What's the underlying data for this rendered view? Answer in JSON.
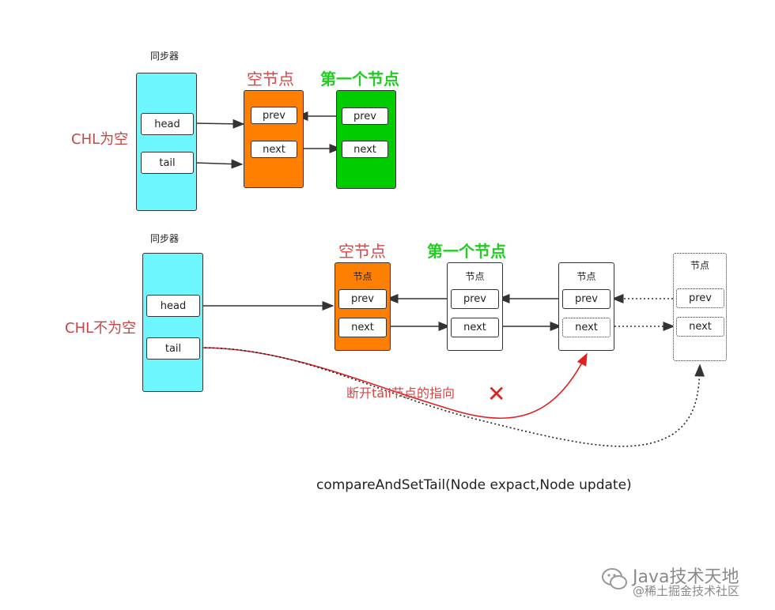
{
  "top": {
    "sync_title": "同步器",
    "side_label": "CHL为空",
    "head": "head",
    "tail": "tail",
    "empty_title": "空节点",
    "first_title": "第一个节点",
    "prev": "prev",
    "next": "next"
  },
  "bottom": {
    "sync_title": "同步器",
    "side_label": "CHL不为空",
    "head": "head",
    "tail": "tail",
    "empty_title": "空节点",
    "first_title": "第一个节点",
    "node_label": "节点",
    "prev": "prev",
    "next": "next",
    "annotation": "断开tail节点的指向",
    "cross": "✕"
  },
  "caption": "compareAndSetTail(Node expact,Node update)",
  "watermark": {
    "line1": "Java技术天地",
    "line2": "@稀土掘金技术社区"
  },
  "colors": {
    "cyan": "#6ff7ff",
    "orange": "#ff8000",
    "green": "#00cc00",
    "red": "#d94646"
  }
}
